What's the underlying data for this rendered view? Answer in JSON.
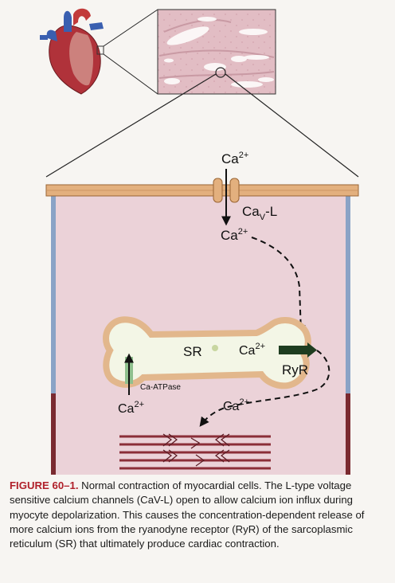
{
  "labels": {
    "ca_top_base": "Ca",
    "ca_top_sup": "2+",
    "channel_base": "Ca",
    "channel_sub": "V",
    "channel_suffix": "-L",
    "ca_mid_base": "Ca",
    "ca_mid_sup": "2+",
    "sr": "SR",
    "ca_sr_base": "Ca",
    "ca_sr_sup": "2+",
    "ryr": "RyR",
    "atpase": "Ca-ATPase",
    "ca_left_base": "Ca",
    "ca_left_sup": "2+",
    "ca_right_base": "Ca",
    "ca_right_sup": "2+"
  },
  "caption": {
    "figure_label": "FIGURE 60–1.",
    "text": "Normal contraction of myocardial cells. The L-type voltage sensitive calcium channels (CaV-L) open to allow calcium ion influx during myocyte depolarization. This causes the concentration-dependent release of more calcium ions from the ryanodyne receptor (RyR) of the sarcoplasmic reticulum (SR) that ultimately produce cardiac contraction."
  },
  "colors": {
    "membrane": "#e3b07e",
    "membrane_edge": "#9a6534",
    "cytoplasm": "#ebd2d8",
    "sr_outline": "#e2b78c",
    "sr_fill": "#f3f6e6",
    "atpase_green": "#8fc08e",
    "ryr_dark": "#1e3d20",
    "myofilament": "#8b2e38",
    "caption_label": "#b0202a"
  }
}
